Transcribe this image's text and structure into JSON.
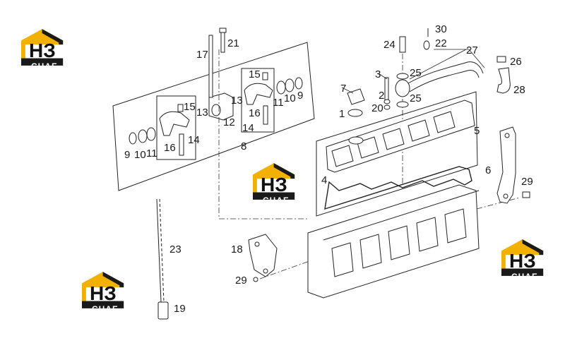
{
  "diagram": {
    "parts": [
      {
        "id": "p1",
        "label": "1"
      },
      {
        "id": "p2",
        "label": "2"
      },
      {
        "id": "p3",
        "label": "3"
      },
      {
        "id": "p4",
        "label": "4"
      },
      {
        "id": "p5",
        "label": "5"
      },
      {
        "id": "p6",
        "label": "6"
      },
      {
        "id": "p7",
        "label": "7"
      },
      {
        "id": "p8",
        "label": "8"
      },
      {
        "id": "p9a",
        "label": "9"
      },
      {
        "id": "p9b",
        "label": "9"
      },
      {
        "id": "p10a",
        "label": "10"
      },
      {
        "id": "p10b",
        "label": "10"
      },
      {
        "id": "p11a",
        "label": "11"
      },
      {
        "id": "p11b",
        "label": "11"
      },
      {
        "id": "p12",
        "label": "12"
      },
      {
        "id": "p13a",
        "label": "13"
      },
      {
        "id": "p13b",
        "label": "13"
      },
      {
        "id": "p14a",
        "label": "14"
      },
      {
        "id": "p14b",
        "label": "14"
      },
      {
        "id": "p15a",
        "label": "15"
      },
      {
        "id": "p15b",
        "label": "15"
      },
      {
        "id": "p16a",
        "label": "16"
      },
      {
        "id": "p16b",
        "label": "16"
      },
      {
        "id": "p17",
        "label": "17"
      },
      {
        "id": "p18",
        "label": "18"
      },
      {
        "id": "p19",
        "label": "19"
      },
      {
        "id": "p20",
        "label": "20"
      },
      {
        "id": "p21",
        "label": "21"
      },
      {
        "id": "p22",
        "label": "22"
      },
      {
        "id": "p23",
        "label": "23"
      },
      {
        "id": "p24",
        "label": "24"
      },
      {
        "id": "p25a",
        "label": "25"
      },
      {
        "id": "p25b",
        "label": "25"
      },
      {
        "id": "p26",
        "label": "26"
      },
      {
        "id": "p27",
        "label": "27"
      },
      {
        "id": "p28",
        "label": "28"
      },
      {
        "id": "p29a",
        "label": "29"
      },
      {
        "id": "p29b",
        "label": "29"
      },
      {
        "id": "p30",
        "label": "30"
      }
    ]
  },
  "logo": {
    "mark": "НЗ",
    "banner": "СНАБ",
    "colors": {
      "roof": "#f2b100",
      "dark": "#1a1a1a",
      "banner_text": "#ffffff"
    }
  }
}
